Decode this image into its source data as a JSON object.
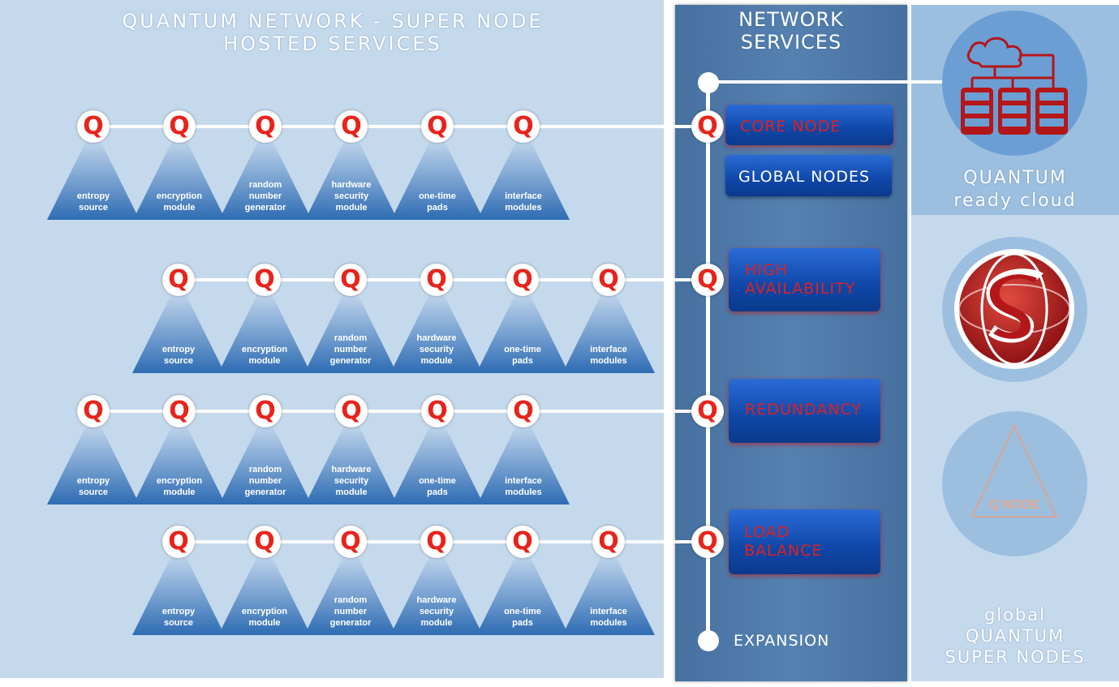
{
  "titles": {
    "left_line1": "QUANTUM NETWORK - SUPER NODE",
    "left_line2": "HOSTED SERVICES",
    "center_line1": "NETWORK",
    "center_line2": "SERVICES"
  },
  "node_glyph": "Q",
  "service_labels": {
    "entropy": [
      "entropy",
      "source"
    ],
    "encryption": [
      "encryption",
      "module"
    ],
    "rng": [
      "random",
      "number",
      "generator"
    ],
    "hsm": [
      "hardware",
      "security",
      "module"
    ],
    "otp": [
      "one-time",
      "pads"
    ],
    "interface": [
      "interface",
      "modules"
    ]
  },
  "network_services": {
    "core_node": "CORE NODE",
    "global_nodes": "GLOBAL NODES",
    "high_availability": [
      "HIGH",
      "AVAILABILITY"
    ],
    "redundancy": "REDUNDANCY",
    "load_balance": [
      "LOAD",
      "BALANCE"
    ],
    "expansion": "EXPANSION"
  },
  "right_panel": {
    "cloud_caption": [
      "QUANTUM",
      "ready cloud"
    ],
    "q_node_label": "Q NODE",
    "super_caption": [
      "global",
      "QUANTUM",
      "SUPER NODES"
    ],
    "logo_letter": "S"
  },
  "icons": {
    "cloud": "cloud-server-icon",
    "logo": "s-globe-logo-icon",
    "q_node": "q-node-triangle-icon"
  },
  "colors": {
    "accent_red": "#e8231b",
    "panel_light": "#c5d9ec",
    "panel_mid": "#9cbfe0",
    "panel_dark": "#4e7aab",
    "button_blue": "#1554be",
    "pyramid_blue": "#2e6cb3"
  }
}
